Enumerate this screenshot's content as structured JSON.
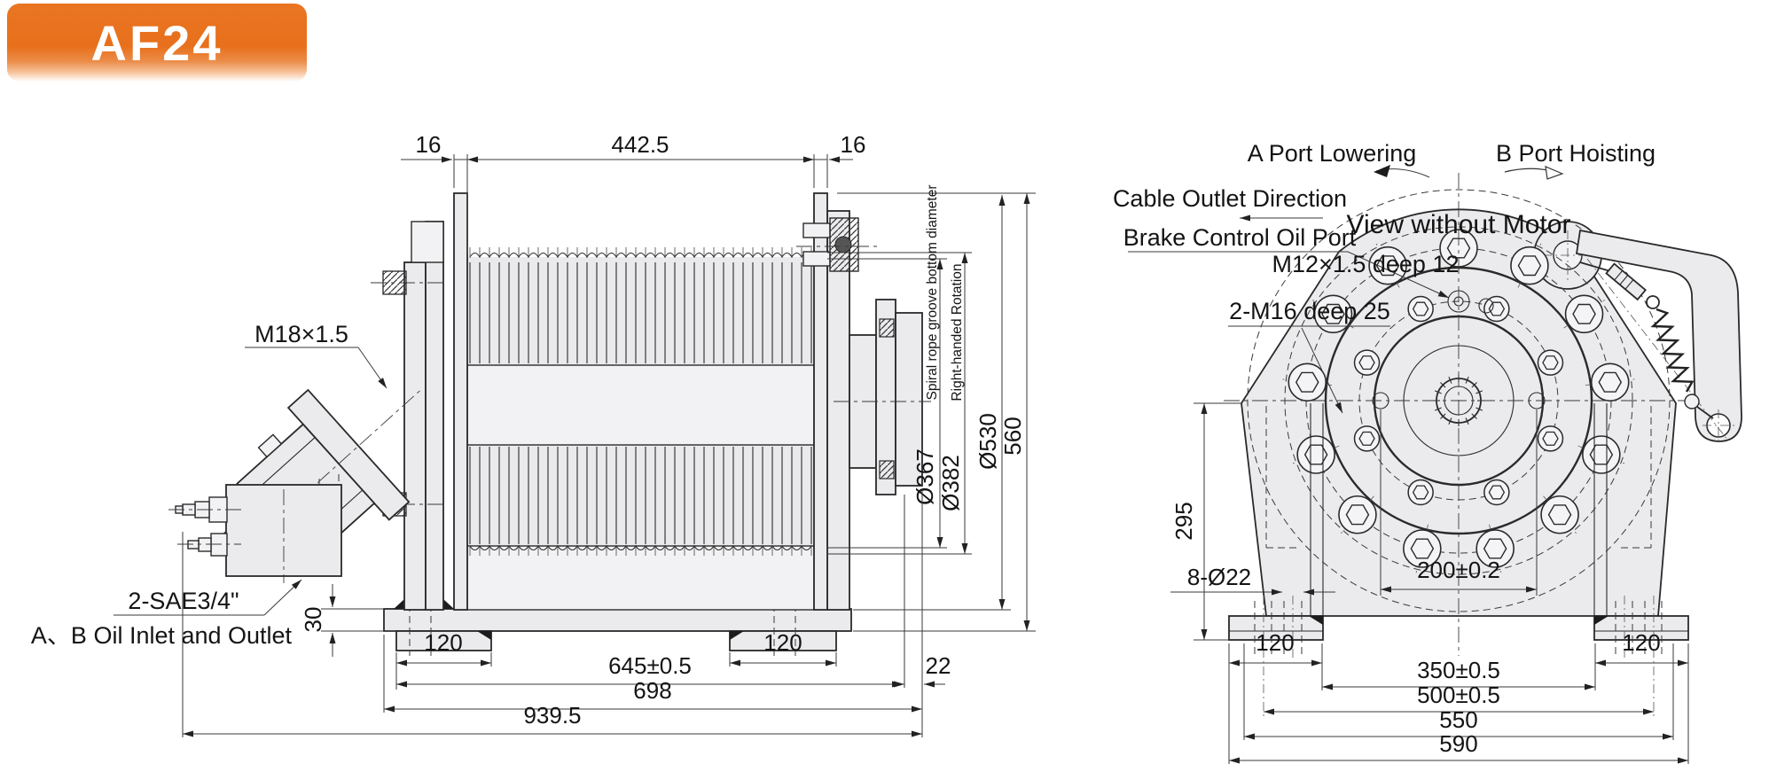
{
  "badge": {
    "label": "AF24"
  },
  "colors": {
    "badge_orange": "#e8701c",
    "line": "#2a2a2a",
    "part_fill": "#ebebed",
    "dim_line": "#3a3a3a"
  },
  "side_view": {
    "top": {
      "flange_left": "16",
      "drum_span": "442.5",
      "flange_right": "16"
    },
    "labels": {
      "motor_thread": "M18×1.5",
      "oil_ports": "2-SAE3/4\"",
      "oil_ports_note": "A、B Oil Inlet and Outlet"
    },
    "vertical_dims": {
      "groove_bottom_dia": "Ø367",
      "groove_bottom_note": "Spiral rope groove bottom diameter",
      "rope_dia": "Ø382",
      "rope_note": "Right-handed Rotation",
      "flange_dia": "Ø530",
      "overall_height": "560"
    },
    "bottom_dims": {
      "base_thickness": "30",
      "foot_left": "120",
      "foot_right": "120",
      "mount_span": "645±0.5",
      "edge_offset": "22",
      "frame_length": "698",
      "overall_length": "939.5"
    }
  },
  "front_view": {
    "labels": {
      "a_port": "A Port Lowering",
      "b_port": "B Port Hoisting",
      "cable_outlet": "Cable Outlet Direction",
      "brake_port": "Brake Control Oil Port",
      "brake_thread": "M12×1.5 deep 12",
      "view_note": "View without Motor",
      "lift_holes": "2-M16 deep 25"
    },
    "dims": {
      "corner_height": "295",
      "mount_holes": "8-Ø22",
      "hub_span": "200±0.2",
      "foot_left": "120",
      "foot_right": "120",
      "holes_inner": "350±0.5",
      "holes_outer": "500±0.5",
      "base_width": "550",
      "overall_width": "590"
    }
  }
}
